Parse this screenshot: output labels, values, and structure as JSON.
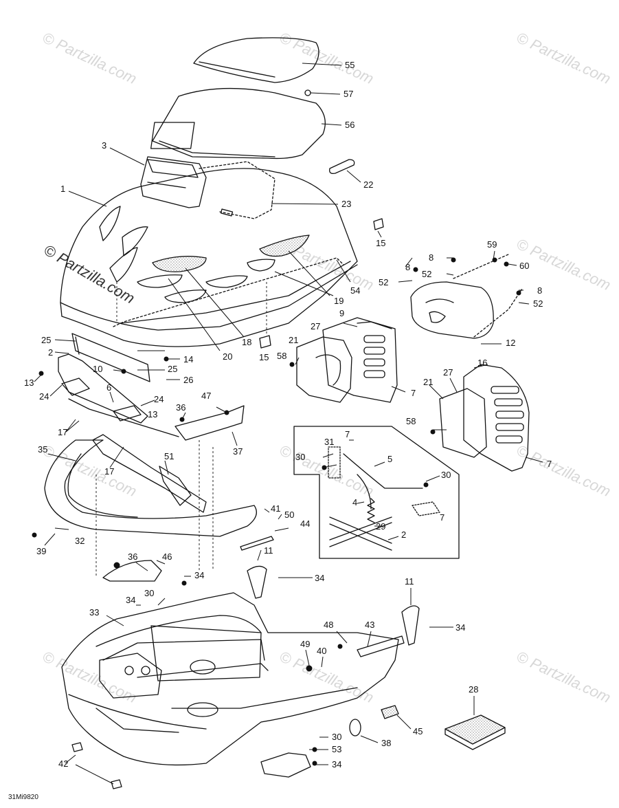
{
  "diagram": {
    "code": "31Mi9820",
    "watermark": "© Partzilla.com",
    "callouts": [
      {
        "id": "c55",
        "label": "55"
      },
      {
        "id": "c57",
        "label": "57"
      },
      {
        "id": "c56",
        "label": "56"
      },
      {
        "id": "c3",
        "label": "3"
      },
      {
        "id": "c22",
        "label": "22"
      },
      {
        "id": "c1",
        "label": "1"
      },
      {
        "id": "c23",
        "label": "23"
      },
      {
        "id": "c15a",
        "label": "15"
      },
      {
        "id": "c59",
        "label": "59"
      },
      {
        "id": "c8a",
        "label": "8"
      },
      {
        "id": "c8b",
        "label": "8"
      },
      {
        "id": "c60",
        "label": "60"
      },
      {
        "id": "c52a",
        "label": "52"
      },
      {
        "id": "c52b",
        "label": "52"
      },
      {
        "id": "c54",
        "label": "54"
      },
      {
        "id": "c19",
        "label": "19"
      },
      {
        "id": "c8c",
        "label": "8"
      },
      {
        "id": "c52c",
        "label": "52"
      },
      {
        "id": "c9",
        "label": "9"
      },
      {
        "id": "c12",
        "label": "12"
      },
      {
        "id": "c27a",
        "label": "27"
      },
      {
        "id": "c25a",
        "label": "25"
      },
      {
        "id": "c2a",
        "label": "2"
      },
      {
        "id": "c18",
        "label": "18"
      },
      {
        "id": "c15b",
        "label": "15"
      },
      {
        "id": "c21a",
        "label": "21"
      },
      {
        "id": "c20",
        "label": "20"
      },
      {
        "id": "c14",
        "label": "14"
      },
      {
        "id": "c58a",
        "label": "58"
      },
      {
        "id": "c25b",
        "label": "25"
      },
      {
        "id": "c10",
        "label": "10"
      },
      {
        "id": "c13a",
        "label": "13"
      },
      {
        "id": "c26",
        "label": "26"
      },
      {
        "id": "c16",
        "label": "16"
      },
      {
        "id": "c27b",
        "label": "27"
      },
      {
        "id": "c7a",
        "label": "7"
      },
      {
        "id": "c21b",
        "label": "21"
      },
      {
        "id": "c24a",
        "label": "24"
      },
      {
        "id": "c6",
        "label": "6"
      },
      {
        "id": "c24b",
        "label": "24"
      },
      {
        "id": "c36a",
        "label": "36"
      },
      {
        "id": "c47",
        "label": "47"
      },
      {
        "id": "c13b",
        "label": "13"
      },
      {
        "id": "c17a",
        "label": "17"
      },
      {
        "id": "c58b",
        "label": "58"
      },
      {
        "id": "c7b",
        "label": "7"
      },
      {
        "id": "c37",
        "label": "37"
      },
      {
        "id": "c31",
        "label": "31"
      },
      {
        "id": "c7c",
        "label": "7"
      },
      {
        "id": "c5",
        "label": "5"
      },
      {
        "id": "c35",
        "label": "35"
      },
      {
        "id": "c17b",
        "label": "17"
      },
      {
        "id": "c51",
        "label": "51"
      },
      {
        "id": "c30a",
        "label": "30"
      },
      {
        "id": "c30b",
        "label": "30"
      },
      {
        "id": "c4",
        "label": "4"
      },
      {
        "id": "c7d",
        "label": "7"
      },
      {
        "id": "c41",
        "label": "41"
      },
      {
        "id": "c50",
        "label": "50"
      },
      {
        "id": "c44",
        "label": "44"
      },
      {
        "id": "c29",
        "label": "29"
      },
      {
        "id": "c2b",
        "label": "2"
      },
      {
        "id": "c32",
        "label": "32"
      },
      {
        "id": "c39",
        "label": "39"
      },
      {
        "id": "c11a",
        "label": "11"
      },
      {
        "id": "c36b",
        "label": "36"
      },
      {
        "id": "c46",
        "label": "46"
      },
      {
        "id": "c34a",
        "label": "34"
      },
      {
        "id": "c34b",
        "label": "34"
      },
      {
        "id": "c11b",
        "label": "11"
      },
      {
        "id": "c30c",
        "label": "30"
      },
      {
        "id": "c34c",
        "label": "34"
      },
      {
        "id": "c33",
        "label": "33"
      },
      {
        "id": "c48",
        "label": "48"
      },
      {
        "id": "c43",
        "label": "43"
      },
      {
        "id": "c34d",
        "label": "34"
      },
      {
        "id": "c49",
        "label": "49"
      },
      {
        "id": "c40",
        "label": "40"
      },
      {
        "id": "c28",
        "label": "28"
      },
      {
        "id": "c45",
        "label": "45"
      },
      {
        "id": "c38",
        "label": "38"
      },
      {
        "id": "c30d",
        "label": "30"
      },
      {
        "id": "c53",
        "label": "53"
      },
      {
        "id": "c42",
        "label": "42"
      },
      {
        "id": "c34e",
        "label": "34"
      }
    ]
  }
}
